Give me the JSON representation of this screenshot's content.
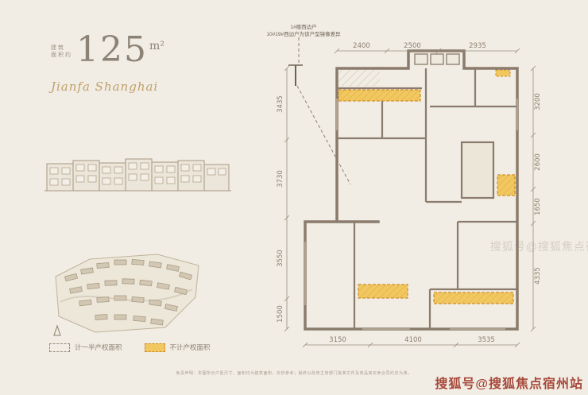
{
  "page": {
    "background": "#f1ede4"
  },
  "title": {
    "prefix_top": "建筑",
    "prefix_bottom": "面积约",
    "value": "125",
    "unit": "m²"
  },
  "brand": {
    "script": "Jianfa Shanghai"
  },
  "legend": {
    "items": [
      {
        "label": "计一半产权面积",
        "swatch": "dashed-empty"
      },
      {
        "label": "不计产权面积",
        "swatch": "dashed-yellow"
      }
    ]
  },
  "floorplan": {
    "annotation": {
      "line1": "1#楼西边户",
      "line2": "10#19#西边户为该户型镜像差异"
    },
    "dims_top": [
      "2400",
      "2500",
      "2935"
    ],
    "dims_left": [
      "3435",
      "3730",
      "3550",
      "1500"
    ],
    "dims_right": [
      "3200",
      "2600",
      "1650",
      "4335"
    ],
    "dims_bottom": [
      "3150",
      "4100",
      "3535"
    ],
    "colors": {
      "wall": "#8a7b6c",
      "highlight_fill": "#f1c75f",
      "highlight_border": "#cf8f2e"
    }
  },
  "footer": {
    "disclaimer": "免责声明：本图所示户型尺寸、面积均为建筑面积，仅供参考；最终以政府主管部门批准文件及商品房买卖合同约定为准。"
  },
  "watermark": {
    "text": "搜狐号@搜狐焦点宿州站"
  }
}
